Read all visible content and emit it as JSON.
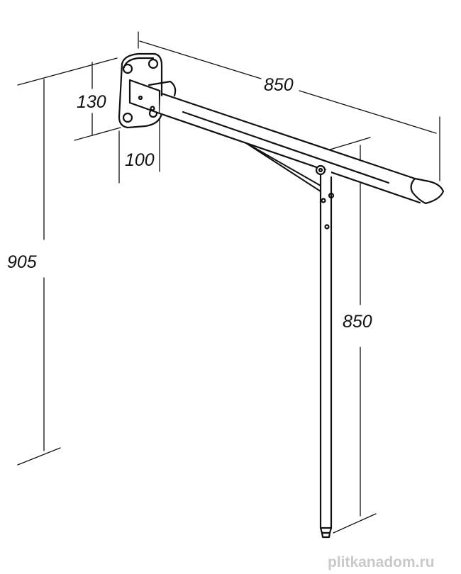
{
  "dimensions": {
    "arm_length": "850",
    "total_height": "905",
    "plate_hole_spacing": "130",
    "wall_offset": "100",
    "leg_height": "850"
  },
  "watermark": "plitkanadom.ru",
  "colors": {
    "line": "#111111",
    "watermark": "#c9c9c9"
  }
}
